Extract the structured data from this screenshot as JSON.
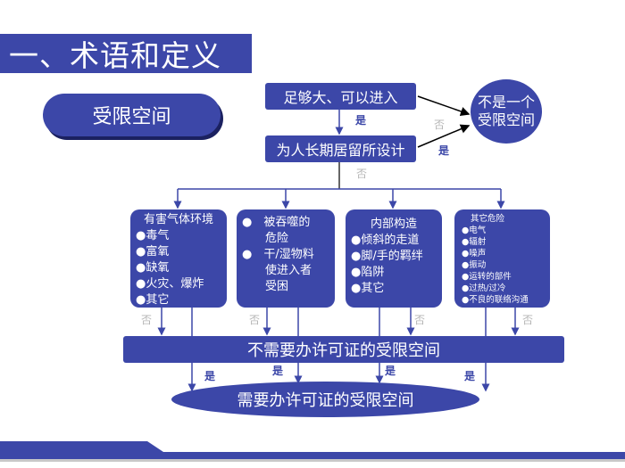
{
  "title": "一、术语和定义",
  "topic": "受限空间",
  "questions": {
    "q1": "足够大、可以进入",
    "q2": "为人长期居留所设计"
  },
  "not_confined": [
    "不是一个",
    "受限空间"
  ],
  "labels": {
    "yes": "是",
    "no": "否"
  },
  "categories": [
    {
      "title": "有害气体环境",
      "items": [
        "●毒气",
        "●富氧",
        "●缺氧",
        "●火灾、爆炸",
        "●其它"
      ]
    },
    {
      "title": "",
      "items": [
        "●　被吞噬的",
        "　　危险",
        "●　干/湿物料",
        "　　使进入者",
        "　　受困"
      ]
    },
    {
      "title": "内部构造",
      "items": [
        "●倾斜的走道",
        "●脚/手的羁绊",
        "●陷阱",
        "●其它"
      ]
    },
    {
      "title": "其它危险",
      "items": [
        "●电气",
        "●辐射",
        "●噪声",
        "●振动",
        "●运转的部件",
        "●过热/过冷",
        "●不良的联络沟通"
      ]
    }
  ],
  "no_permit": "不需要办许可证的受限空间",
  "permit": "需要办许可证的受限空间",
  "colors": {
    "primary": "#3c47a8",
    "no_label": "#b5b5b5"
  }
}
